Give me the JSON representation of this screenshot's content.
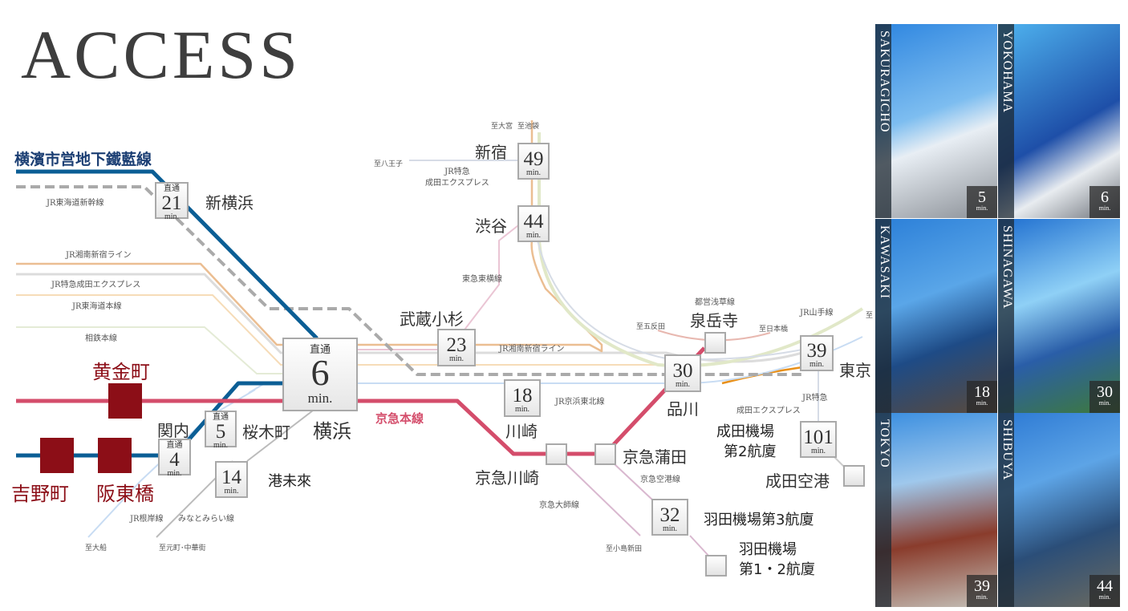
{
  "title": "ACCESS",
  "subway_line": "横濱市営地下鐵藍線",
  "stations": {
    "shinyokohama": {
      "name": "新横浜",
      "direct": "直通",
      "min": "21",
      "unit": "min."
    },
    "yokohama": {
      "name": "横浜",
      "direct": "直通",
      "min": "6",
      "unit": "min."
    },
    "musashikosugi": {
      "name": "武蔵小杉",
      "min": "23",
      "unit": "min."
    },
    "shinjuku": {
      "name": "新宿",
      "min": "49",
      "unit": "min."
    },
    "shibuya": {
      "name": "渋谷",
      "min": "44",
      "unit": "min."
    },
    "kawasaki": {
      "name": "川崎",
      "min": "18",
      "unit": "min."
    },
    "shinagawa": {
      "name": "品川",
      "min": "30",
      "unit": "min."
    },
    "tokyo": {
      "name": "東京",
      "min": "39",
      "unit": "min."
    },
    "narita_t2": {
      "name1": "成田機場",
      "name2": "第2航廈",
      "min": "101",
      "unit": "min."
    },
    "narita": {
      "name": "成田空港"
    },
    "haneda_t3": {
      "name": "羽田機場第3航廈",
      "min": "32",
      "unit": "min."
    },
    "haneda_t12": {
      "name1": "羽田機場",
      "name2": "第1・2航廈"
    },
    "sengakuji": {
      "name": "泉岳寺"
    },
    "keikyu_kawasaki": {
      "name": "京急川崎"
    },
    "keikyu_kamata": {
      "name": "京急蒲田"
    },
    "sakuragicho": {
      "name": "桜木町",
      "direct": "直通",
      "min": "5",
      "unit": "min."
    },
    "kannai": {
      "name": "関内",
      "direct": "直通",
      "min": "4",
      "unit": "min."
    },
    "minatomirai": {
      "name": "港未來",
      "min": "14",
      "unit": "min."
    },
    "koganecho": {
      "name": "黄金町"
    },
    "yoshinocho": {
      "name": "吉野町"
    },
    "bandobashi": {
      "name": "阪東橋"
    }
  },
  "line_labels": {
    "shinkansen": "JR東海道新幹線",
    "shonan_shinjuku": "JR湘南新宿ライン",
    "nex": "JR特急成田エクスプレス",
    "tokaido": "JR東海道本線",
    "sotetsu": "相鉄本線",
    "keikyu_main": "京急本線",
    "nex_shinjuku": "JR特急\n成田エクスプレス",
    "toyoko": "東急東横線",
    "shonan_shinjuku2": "JR湘南新宿ライン",
    "keihin_tohoku": "JR京浜東北線",
    "asakusa": "都営浅草線",
    "yamanote": "JR山手線",
    "nex_tokyo1": "JR特急",
    "nex_tokyo2": "成田エクスプレス",
    "airport": "京急空港線",
    "daishi": "京急大師線",
    "negishi": "JR根岸線",
    "minatomirai_line": "みなとみらい線"
  },
  "destinations": {
    "omiya": "至大宮",
    "ikebukuro": "至池袋",
    "hachioji": "至八王子",
    "gotanda": "至五反田",
    "nihonbashi": "至日本橋",
    "to": "至",
    "kojimashinden": "至小島新田",
    "ofuna": "至大船",
    "motomachi": "至元町･中華街"
  },
  "photos": [
    {
      "label": "SAKURAGICHO",
      "min": "5",
      "unit": "min."
    },
    {
      "label": "YOKOHAMA",
      "min": "6",
      "unit": "min."
    },
    {
      "label": "KAWASAKI",
      "min": "18",
      "unit": "min."
    },
    {
      "label": "SHINAGAWA",
      "min": "30",
      "unit": "min."
    },
    {
      "label": "TOKYO",
      "min": "39",
      "unit": "min."
    },
    {
      "label": "SHIBUYA",
      "min": "44",
      "unit": "min."
    }
  ],
  "colors": {
    "subway": "#0b5e95",
    "keikyu": "#d44d6b",
    "station_red": "#8c0e17"
  }
}
